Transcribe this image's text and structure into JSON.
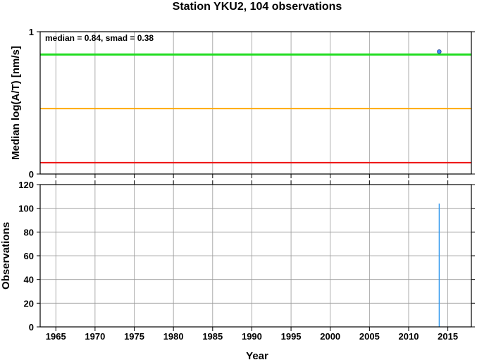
{
  "chart_data": [
    {
      "type": "line",
      "panel": "top",
      "title": "Station YKU2, 104 observations",
      "xlabel": "",
      "ylabel": "Median log(A/T) [nm/s]",
      "annotation": "median = 0.84, smad = 0.38",
      "xlim": [
        1963,
        2018
      ],
      "ylim": [
        0,
        1
      ],
      "yticks": [
        "0",
        "1"
      ],
      "grid": true,
      "reference_lines": [
        {
          "y": 0.84,
          "color": "#22dd22"
        },
        {
          "y": 0.46,
          "color": "#ffaa00"
        },
        {
          "y": 0.08,
          "color": "#ee1111"
        }
      ],
      "series": [
        {
          "points": [
            {
              "x": 2013.9,
              "y": 0.86
            }
          ],
          "color": "#4488ff"
        }
      ]
    },
    {
      "type": "bar",
      "panel": "bottom",
      "title": "",
      "xlabel": "Year",
      "ylabel": "Observations",
      "xlim": [
        1963,
        2018
      ],
      "ylim": [
        0,
        120
      ],
      "xticks": [
        "1965",
        "1970",
        "1975",
        "1980",
        "1985",
        "1990",
        "1995",
        "2000",
        "2005",
        "2010",
        "2015"
      ],
      "yticks": [
        "0",
        "20",
        "40",
        "60",
        "80",
        "100",
        "120"
      ],
      "grid": true,
      "bars": [
        {
          "x": 2013.9,
          "value": 104
        }
      ],
      "color": "#3399ee"
    }
  ]
}
